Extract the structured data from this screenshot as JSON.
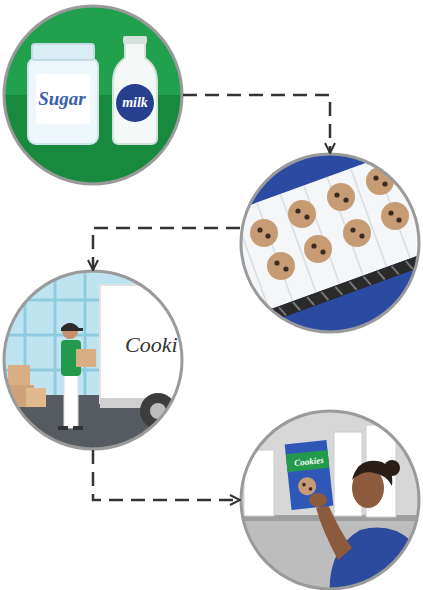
{
  "diagram": {
    "nodes": [
      {
        "text": [
          "Sugar",
          "milk"
        ]
      },
      {
        "text": []
      },
      {
        "text": [
          "Cooki"
        ]
      },
      {
        "text": [
          "Cookies"
        ]
      }
    ],
    "edges": [
      {
        "from": 0,
        "to": 1,
        "arrow": "to"
      },
      {
        "from": 1,
        "to": 2,
        "arrow": "to"
      },
      {
        "from": 2,
        "to": 3,
        "arrow": "to"
      }
    ]
  }
}
